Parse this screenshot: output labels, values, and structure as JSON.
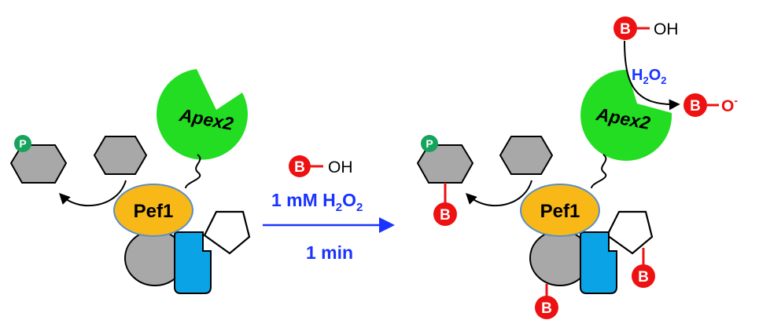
{
  "colors": {
    "apex2_green": "#22dd22",
    "pef1_orange": "#f8b818",
    "pef1_border": "#5b8fc7",
    "hexagon_gray": "#a8a8a8",
    "oval_gray": "#a8a8a8",
    "blue_subunit": "#0aa4e6",
    "biotin_red": "#ee1111",
    "phospho_green": "#16a45c",
    "reaction_blue": "#1a33ff",
    "text_black": "#000000"
  },
  "left_complex": {
    "apex2_label": "Apex2",
    "pef1_label": "Pef1",
    "phospho_label": "P"
  },
  "reaction": {
    "reagent_b_label": "B",
    "reagent_oh_label": "OH",
    "condition_main": "1 mM H",
    "condition_sub": "2",
    "condition_end": "O",
    "condition_end_sub": "2",
    "time_label": "1 min"
  },
  "right_complex": {
    "apex2_label": "Apex2",
    "pef1_label": "Pef1",
    "phospho_label": "P",
    "biotin_label": "B",
    "substrate_b_label": "B",
    "substrate_oh_label": "OH",
    "oxidant_main": "H",
    "oxidant_sub1": "2",
    "oxidant_o": "O",
    "oxidant_sub2": "2",
    "radical_b_label": "B",
    "radical_o_label": "O",
    "radical_charge": "-"
  }
}
